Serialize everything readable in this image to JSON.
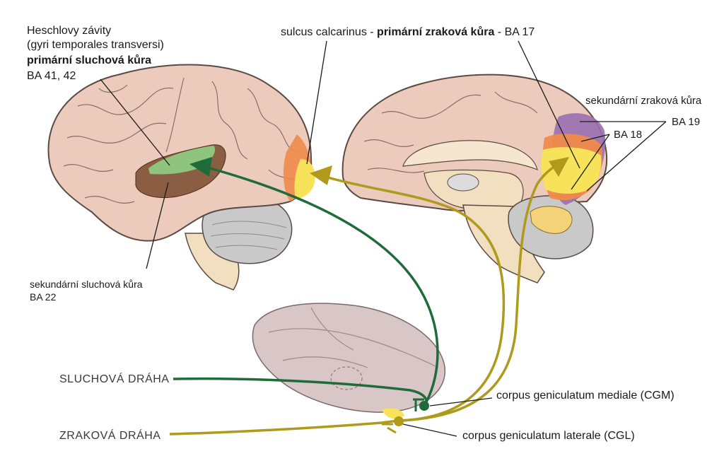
{
  "labels": {
    "heschl_line1": "Heschlovy závity",
    "heschl_line2": "(gyri temporales transversi)",
    "heschl_line3": "primární sluchová kůra",
    "heschl_line4": "BA 41, 42",
    "calcarine_prefix": "sulcus calcarinus - ",
    "calcarine_bold": "primární zraková kůra",
    "calcarine_suffix": " - BA 17",
    "secondary_visual": "sekundární zraková kůra",
    "ba19": "BA 19",
    "ba18": "BA 18",
    "secondary_auditory_line1": "sekundární sluchová kůra",
    "secondary_auditory_line2": "BA 22",
    "auditory_pathway": "SLUCHOVÁ DRÁHA",
    "visual_pathway": "ZRAKOVÁ DRÁHA",
    "cgm": "corpus geniculatum mediale (CGM)",
    "cgl": "corpus geniculatum laterale (CGL)"
  },
  "colors": {
    "brain": "#eccbbd",
    "brain_outline": "#5a4a44",
    "auditory_path": "#1f6b3a",
    "visual_path": "#b09a1c",
    "primary_auditory": "#7fbf7a",
    "secondary_auditory": "#7a4a2e",
    "ba17": "#f7e35a",
    "ba18": "#ef8a4a",
    "ba19": "#9a6fb0",
    "cerebellum": "#c9c9c9",
    "brainstem": "#f2dfc0",
    "thalamus": "#d9c7c8"
  }
}
